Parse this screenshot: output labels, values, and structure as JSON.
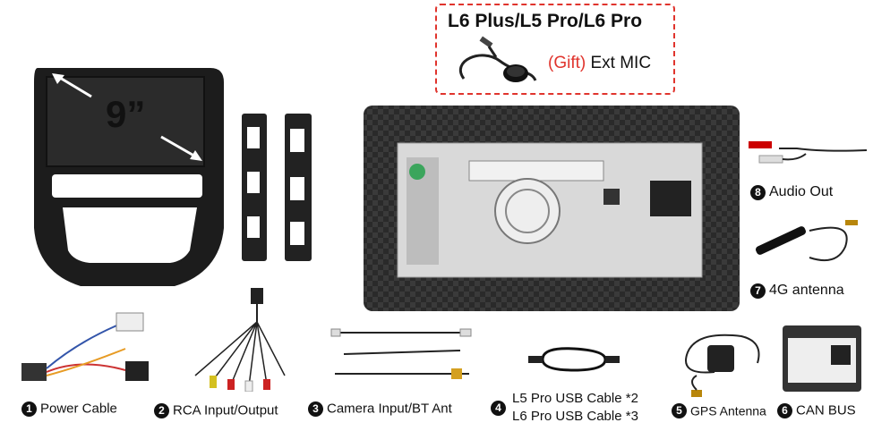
{
  "callout": {
    "title": "L6 Plus/L5 Pro/L6 Pro",
    "gift": "(Gift)",
    "mic": " Ext MIC"
  },
  "screen_size": "9”",
  "items": [
    {
      "num": "1",
      "label": "Power Cable"
    },
    {
      "num": "2",
      "label": "RCA Input/Output"
    },
    {
      "num": "3",
      "label": "Camera Input/BT Ant"
    },
    {
      "num": "4",
      "label": "L5 Pro USB Cable *2",
      "label2": "L6 Pro USB Cable *3"
    },
    {
      "num": "5",
      "label": "GPS Antenna"
    },
    {
      "num": "6",
      "label": "CAN BUS"
    },
    {
      "num": "7",
      "label": "4G antenna"
    },
    {
      "num": "8",
      "label": "Audio Out"
    }
  ],
  "colors": {
    "accent": "#e0342d",
    "frame": "#1a1a1a"
  }
}
